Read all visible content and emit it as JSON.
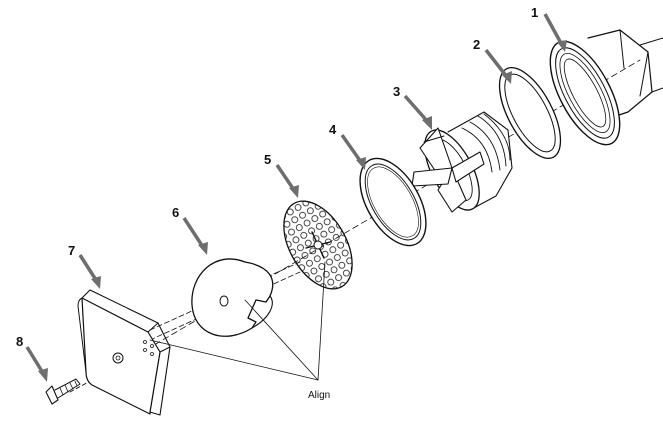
{
  "callouts": [
    {
      "id": "1",
      "label": "1"
    },
    {
      "id": "2",
      "label": "2"
    },
    {
      "id": "3",
      "label": "3"
    },
    {
      "id": "4",
      "label": "4"
    },
    {
      "id": "5",
      "label": "5"
    },
    {
      "id": "6",
      "label": "6"
    },
    {
      "id": "7",
      "label": "7"
    },
    {
      "id": "8",
      "label": "8"
    }
  ],
  "annotation": {
    "align": "Align"
  },
  "colors": {
    "ink": "#111111",
    "arrow": "#6e6e6e",
    "paper": "#ffffff"
  }
}
